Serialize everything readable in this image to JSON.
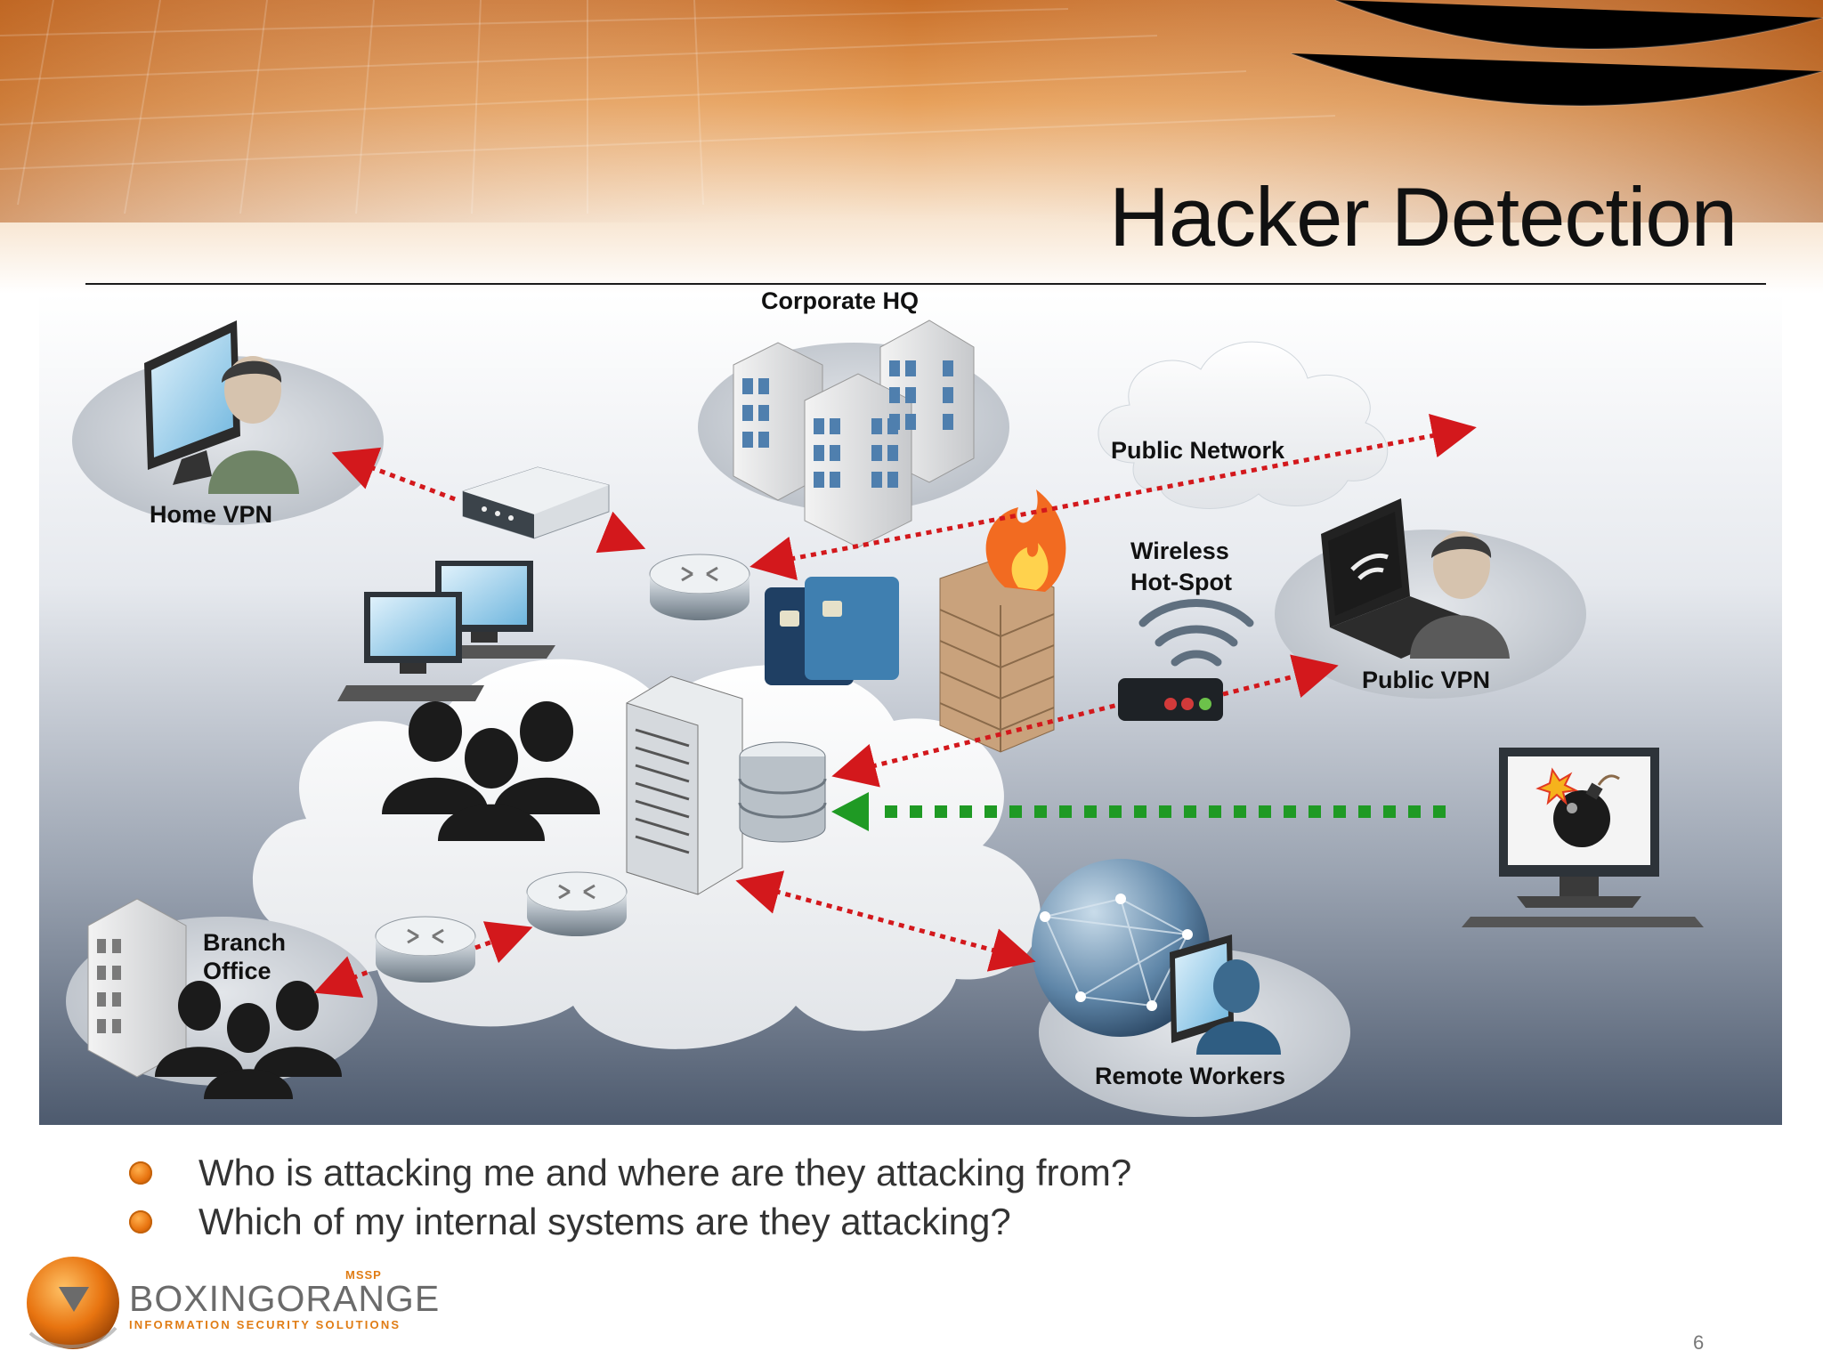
{
  "slide": {
    "title": "Hacker Detection",
    "page_number": "6"
  },
  "diagram": {
    "labels": {
      "corporate_hq": "Corporate HQ",
      "home_vpn": "Home VPN",
      "public_network": "Public Network",
      "wireless_hotspot_line1": "Wireless",
      "wireless_hotspot_line2": "Hot-Spot",
      "public_vpn": "Public VPN",
      "branch_office_line1": "Branch",
      "branch_office_line2": "Office",
      "remote_workers": "Remote Workers"
    },
    "colors": {
      "red_link": "#d3181c",
      "green_attack": "#1f9a24",
      "orange_accent": "#e87410"
    },
    "icons": [
      "monitor-icon",
      "person-icon",
      "modem-icon",
      "router-icon",
      "buildings-icon",
      "cloud-icon",
      "workstation-icon",
      "credit-card-icon",
      "firewall-icon",
      "wifi-icon",
      "server-icon",
      "database-icon",
      "laptop-icon",
      "globe-icon",
      "bomb-icon"
    ]
  },
  "bullets": [
    "Who is attacking me and where are they attacking from?",
    "Which of my internal systems are they attacking?"
  ],
  "logo": {
    "mssp": "MSSP",
    "name": "BOXINGORANGE",
    "tagline": "INFORMATION SECURITY SOLUTIONS"
  }
}
